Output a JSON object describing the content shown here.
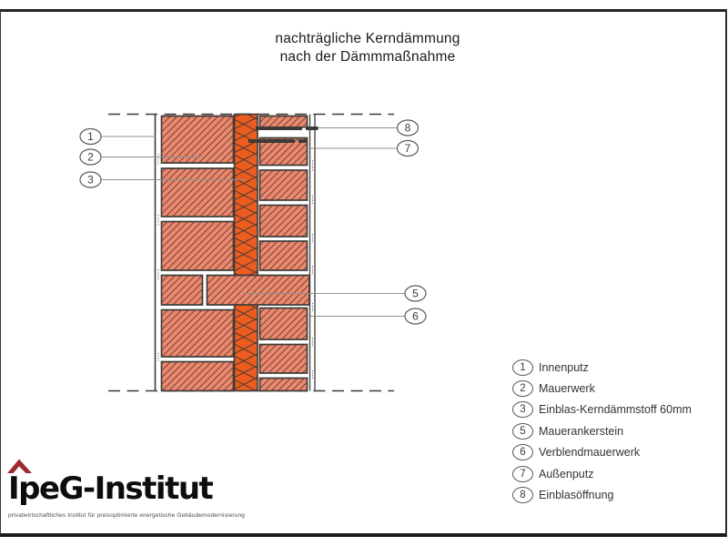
{
  "title": {
    "line1": "nachträgliche Kerndämmung",
    "line2": "nach der Dämmmaßnahme"
  },
  "diagram": {
    "callouts": {
      "c1": "1",
      "c2": "2",
      "c3": "3",
      "c5": "5",
      "c6": "6",
      "c7": "7",
      "c8": "8"
    }
  },
  "legend": {
    "items": [
      {
        "num": "1",
        "label": "Innenputz"
      },
      {
        "num": "2",
        "label": "Mauerwerk"
      },
      {
        "num": "3",
        "label": "Einblas-Kerndämmstoff 60mm"
      },
      {
        "num": "5",
        "label": "Mauerankerstein"
      },
      {
        "num": "6",
        "label": "Verblendmauerwerk"
      },
      {
        "num": "7",
        "label": "Außenputz"
      },
      {
        "num": "8",
        "label": "Einblasöffnung"
      }
    ]
  },
  "logo": {
    "name": "IpeG-Institut",
    "tagline": "privatwirtschaftliches Institut für preisoptimierte energetische Gebäudemodernisierung"
  },
  "colors": {
    "brick": "#F0876A",
    "insulation": "#EC5C1E",
    "outline": "#3E3A39",
    "leader_gray": "#909090",
    "logo_red": "#9E2A30"
  }
}
